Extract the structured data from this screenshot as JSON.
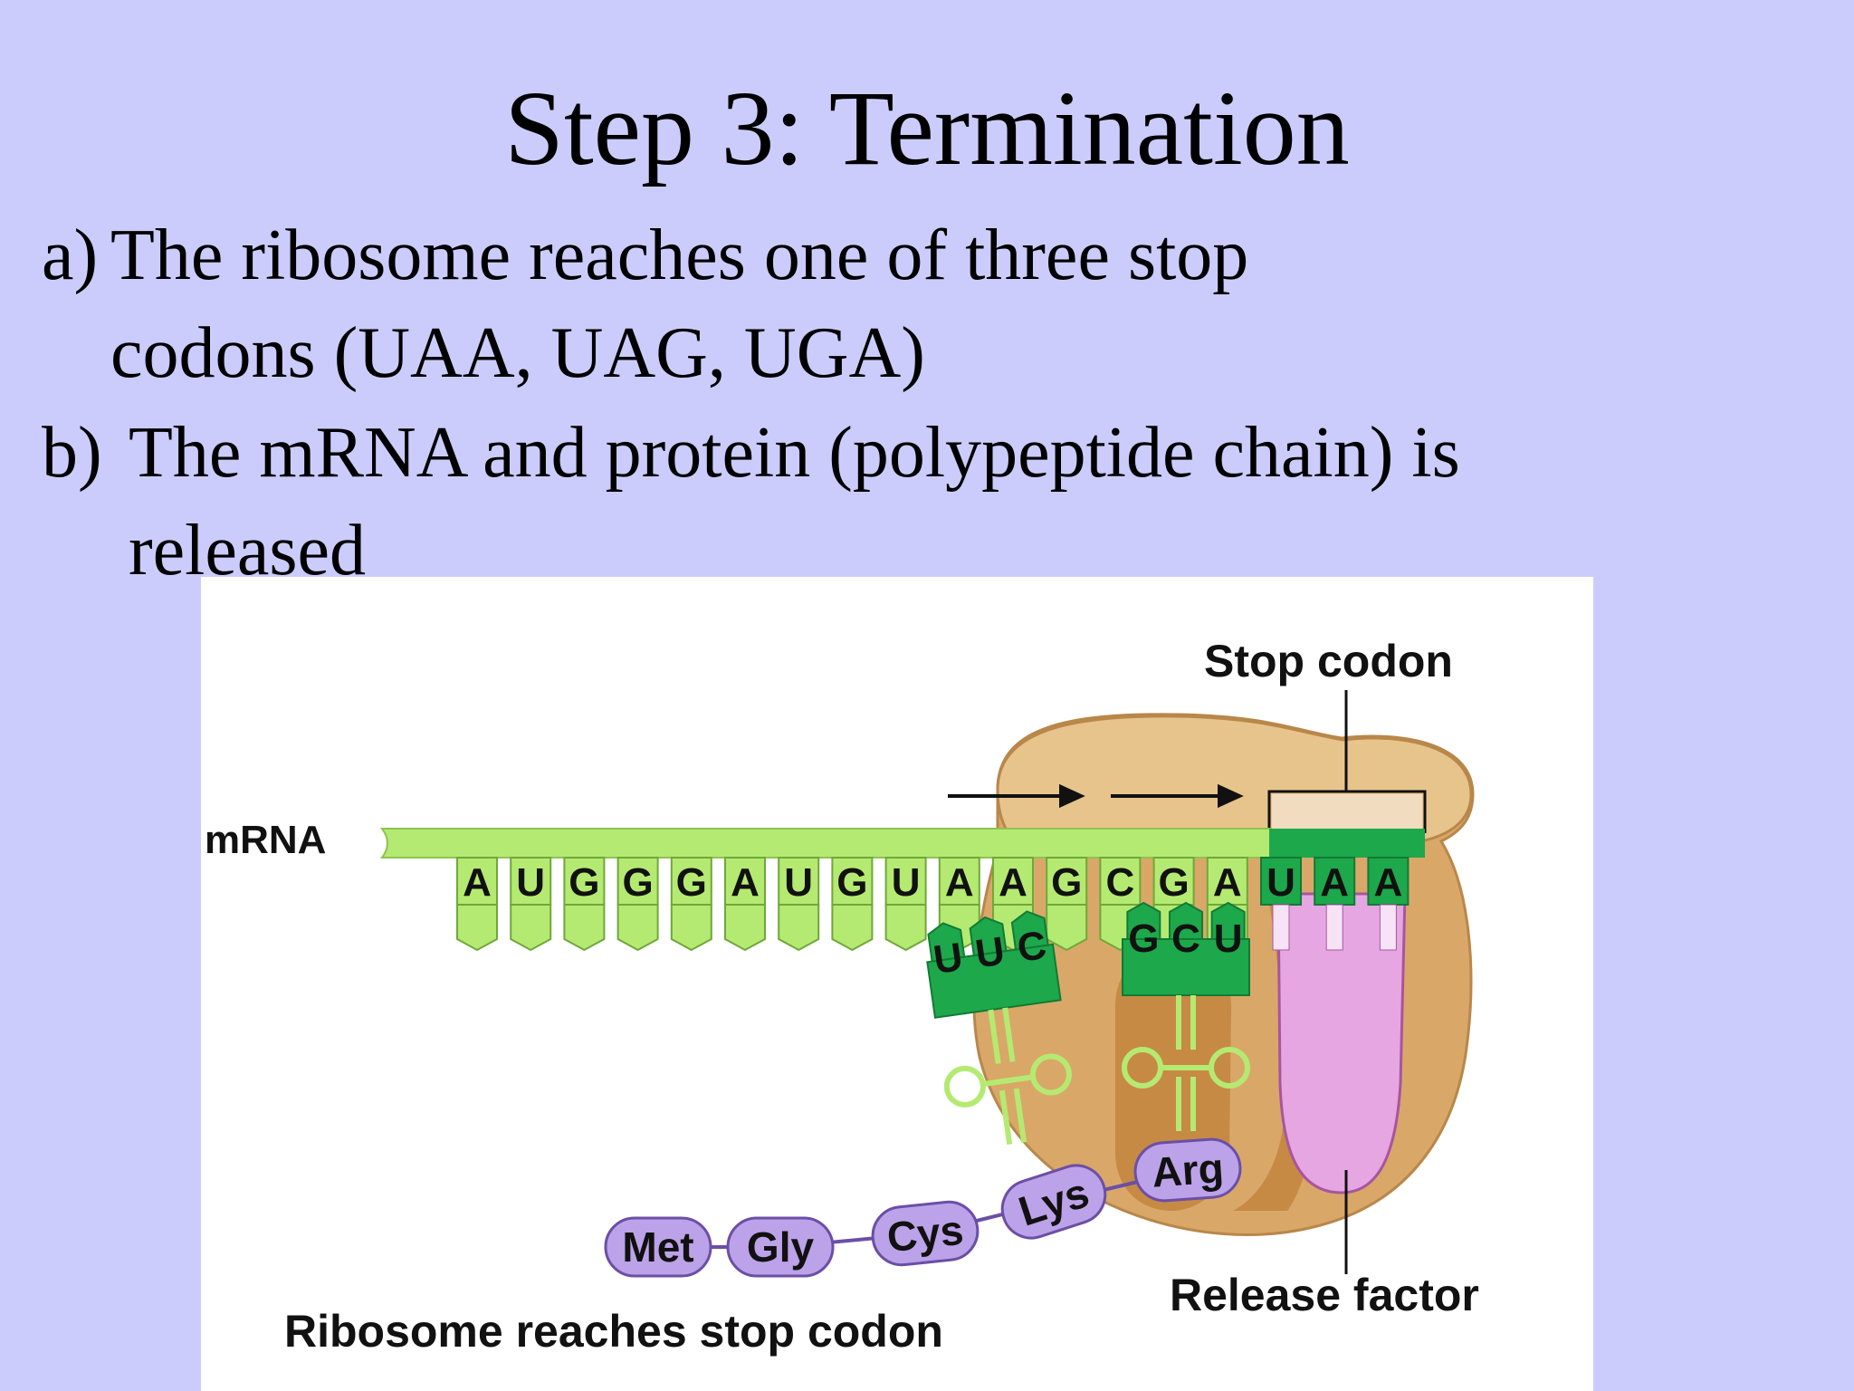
{
  "slide": {
    "title": "Step 3: Termination",
    "bullets": [
      {
        "marker": "a)",
        "line1": "The ribosome reaches one of three stop",
        "line2": "codons (UAA, UAG, UGA)"
      },
      {
        "marker": "b)",
        "line1": "The mRNA and protein (polypeptide chain) is",
        "line2": "released"
      }
    ]
  },
  "figure": {
    "caption": "Ribosome reaches stop codon",
    "labels": {
      "mrna": "mRNA",
      "stop_codon": "Stop codon",
      "release_factor": "Release factor"
    },
    "mrna_bases": [
      "A",
      "U",
      "G",
      "G",
      "G",
      "A",
      "U",
      "G",
      "U",
      "A",
      "A",
      "G",
      "C",
      "G",
      "A",
      "U",
      "A",
      "A"
    ],
    "anticodon_1": [
      "U",
      "U",
      "C"
    ],
    "anticodon_2": [
      "G",
      "C",
      "U"
    ],
    "amino_acids": [
      "Met",
      "Gly",
      "Cys",
      "Lys",
      "Arg"
    ],
    "colors": {
      "background": "#ccccfc",
      "ribosome": "#d9a868",
      "mrna_light": "#b5ea72",
      "mrna_dark": "#1da84b",
      "release_factor": "#e6a6e2",
      "amino_acid": "#bca2e8"
    }
  }
}
